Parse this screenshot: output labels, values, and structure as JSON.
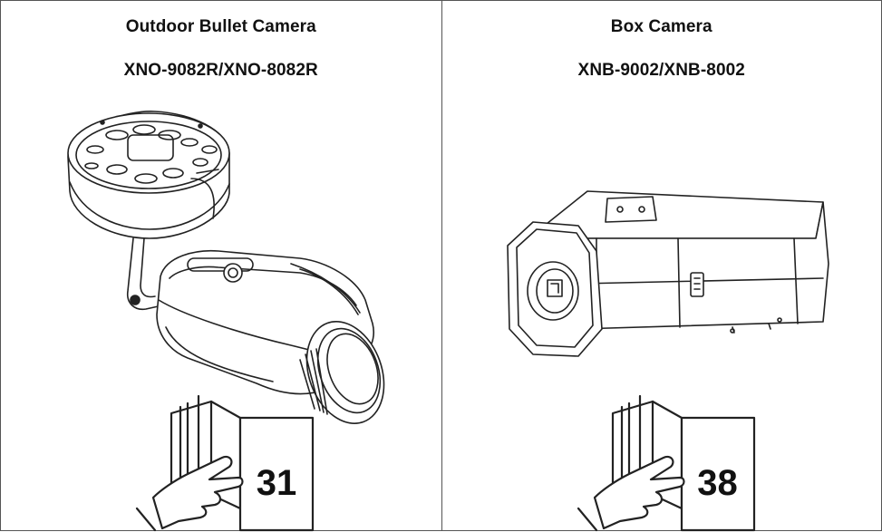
{
  "products": [
    {
      "name": "Outdoor Bullet Camera",
      "model": "XNO-9082R/XNO-8082R",
      "page_ref": "31",
      "image_icon": "bullet-camera-icon"
    },
    {
      "name": "Box Camera",
      "model": "XNB-9002/XNB-8002",
      "page_ref": "38",
      "image_icon": "box-camera-icon"
    }
  ],
  "reference_icon": "open-manual-pointing-hand-icon",
  "colors": {
    "line": "#222222",
    "border": "#555555",
    "background": "#ffffff"
  }
}
